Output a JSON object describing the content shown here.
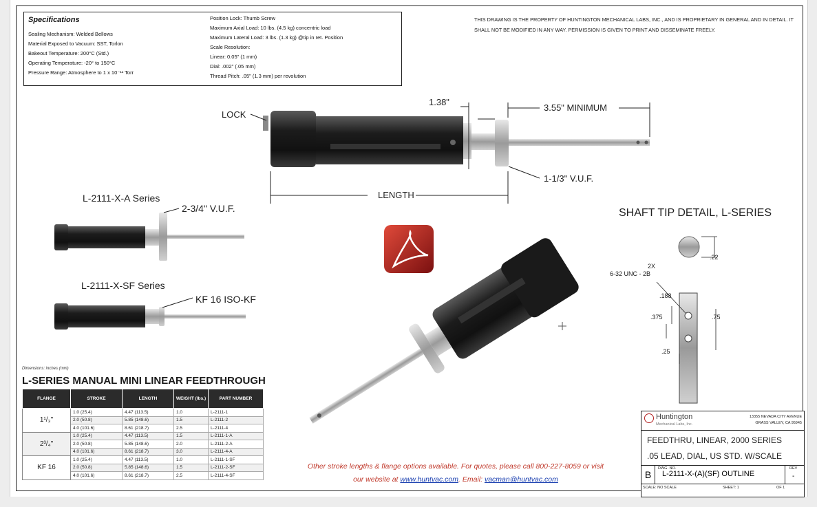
{
  "specs": {
    "title": "Specifications",
    "left": [
      "Sealing Mechanism:  Welded Bellows",
      "Material Exposed to Vacuum:  SST, Torlon",
      "Bakeout Temperature:  200°C  (Std.)",
      "Operating Temperature:  -20° to 150°C",
      "Pressure Range:  Atmosphere to 1 x 10⁻¹¹ Torr"
    ],
    "right": [
      "Position Lock:  Thumb Screw",
      "Maximum Axial Load:  10 lbs. (4.5 kg) concentric load",
      "Maximum Lateral Load:  3 lbs. (1.3 kg) @tip in ret. Position",
      "Scale Resolution:",
      "Linear:  0.05\" (1 mm)",
      "Dial:  .002\" (.05 mm)",
      "Thread Pitch:  .05\" (1.3 mm) per revolution"
    ]
  },
  "notice": "THIS DRAWING IS THE PROPERTY OF HUNTINGTON MECHANICAL LABS, INC., AND IS PROPRIETARY IN GENERAL AND IN DETAIL.  IT SHALL NOT BE MODIFIED IN ANY WAY.  PERMISSION IS GIVEN TO PRINT AND DISSEMINATE FREELY.",
  "dims": {
    "d138": "1.38\"",
    "min355": "3.55\" MINIMUM",
    "lock": "LOCK",
    "length": "LENGTH",
    "vuf113": "1-1/3\" V.U.F."
  },
  "series": {
    "a_label": "L-2111-X-A  Series",
    "a_flange": "2-3/4\" V.U.F.",
    "sf_label": "L-2111-X-SF  Series",
    "sf_flange": "KF 16  ISO-KF"
  },
  "tip": {
    "title": "SHAFT TIP DETAIL, L-SERIES",
    "d22": ".22",
    "thread_count": "2X",
    "thread": "6-32 UNC - 2B",
    "d188": ".188",
    "d375": ".375",
    "d75": ".75",
    "d25": ".25"
  },
  "table": {
    "note": "Dimensions:  inches (mm)",
    "title": "L-SERIES MANUAL MINI LINEAR FEEDTHROUGH",
    "headers": [
      "FLANGE",
      "STROKE",
      "LENGTH",
      "WEIGHT (lbs.)",
      "PART NUMBER"
    ],
    "groups": [
      {
        "flange": "1¹/₃\"",
        "rows": [
          [
            "1.0  (25.4)",
            "4.47  (113.5)",
            "1.0",
            "L-2111-1"
          ],
          [
            "2.0  (50.8)",
            "5.85  (148.6)",
            "1.5",
            "L-2111-2"
          ],
          [
            "4.0 (101.6)",
            "8.61  (218.7)",
            "2.5",
            "L-2111-4"
          ]
        ]
      },
      {
        "flange": "2³/₄\"",
        "rows": [
          [
            "1.0  (25.4)",
            "4.47  (113.5)",
            "1.5",
            "L-2111-1-A"
          ],
          [
            "2.0  (50.8)",
            "5.85  (148.6)",
            "2.0",
            "L-2111-2-A"
          ],
          [
            "4.0 (101.6)",
            "8.61  (218.7)",
            "3.0",
            "L-2111-4-A"
          ]
        ]
      },
      {
        "flange": "KF 16",
        "rows": [
          [
            "1.0  (25.4)",
            "4.47  (113.5)",
            "1.0",
            "L-2111-1-SF"
          ],
          [
            "2.0  (50.8)",
            "5.85  (148.6)",
            "1.5",
            "L-2111-2-SF"
          ],
          [
            "4.0 (101.6)",
            "8.61  (218.7)",
            "2.5",
            "L-2111-4-SF"
          ]
        ]
      }
    ]
  },
  "footer": {
    "line1": "Other stroke lengths & flange options available.  For quotes, please call 800-227-8059 or visit",
    "line2_prefix": "our website at ",
    "website": "www.huntvac.com",
    "email_prefix": ".  Email: ",
    "email": "vacman@huntvac.com"
  },
  "title_block": {
    "company": "Huntington",
    "company_sub": "Mechanical Labs, Inc.",
    "address1": "13355 NEVADA CITY AVENUE",
    "address2": "GRASS VALLEY, CA  95945",
    "line1": "FEEDTHRU, LINEAR, 2000 SERIES",
    "line2": ".05 LEAD, DIAL, US STD. W/SCALE",
    "size": "B",
    "dwg_label": "DWG. NO.",
    "dwg_no": "L-2111-X-(A)(SF) OUTLINE",
    "rev_label": "REV",
    "rev": "-",
    "scale": "SCALE:  NO SCALE",
    "sheet": "SHEET:  1",
    "of": "OF  1"
  },
  "colors": {
    "accent_red": "#c0392b",
    "link_blue": "#1a3fb0",
    "pdf_red": "#b22222"
  }
}
